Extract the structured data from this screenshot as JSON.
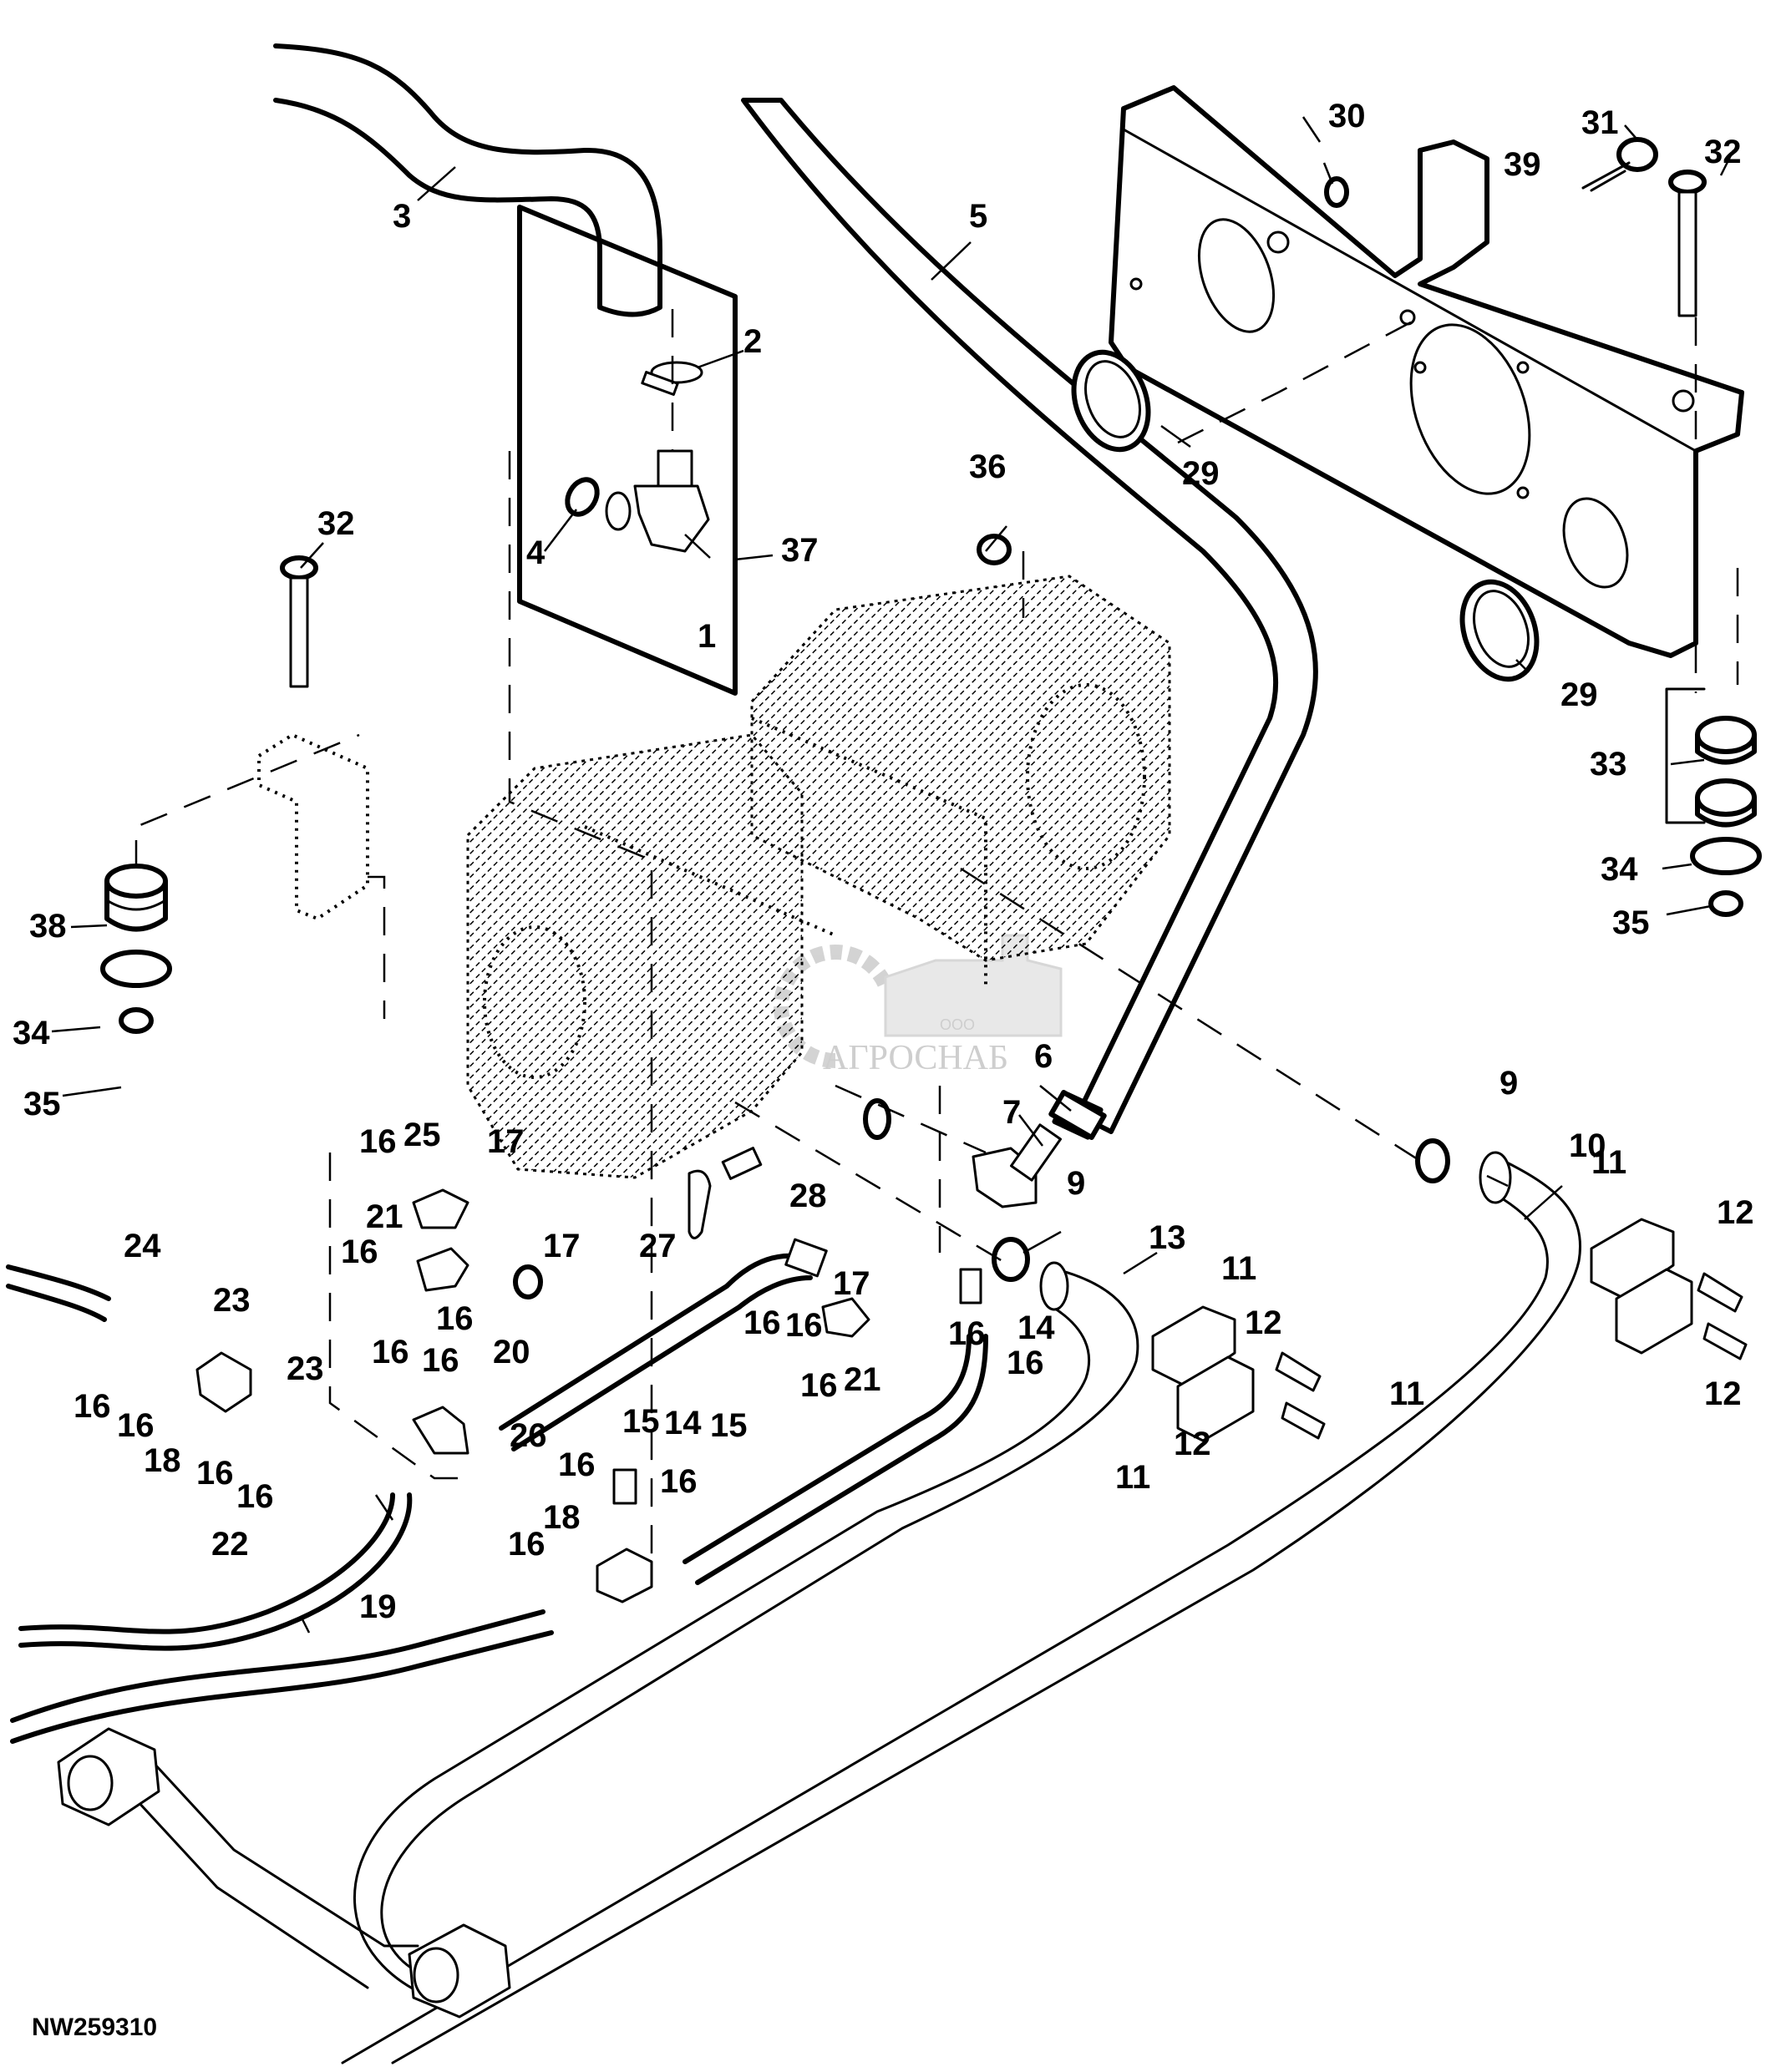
{
  "diagram": {
    "type": "exploded-parts-diagram",
    "figure_id": "NW259310",
    "watermark": {
      "prefix": "ООО",
      "name": "АГРОСНАБ"
    },
    "callouts": {
      "c1": "1",
      "c2": "2",
      "c3": "3",
      "c4": "4",
      "c5": "5",
      "c6": "6",
      "c7": "7",
      "c9a": "9",
      "c9b": "9",
      "c10": "10",
      "c11a": "11",
      "c11b": "11",
      "c11c": "11",
      "c11d": "11",
      "c12a": "12",
      "c12b": "12",
      "c12c": "12",
      "c12d": "12",
      "c13": "13",
      "c14a": "14",
      "c14b": "14",
      "c15a": "15",
      "c15b": "15",
      "c16a": "16",
      "c16b": "16",
      "c16c": "16",
      "c16d": "16",
      "c16e": "16",
      "c16f": "16",
      "c16g": "16",
      "c16h": "16",
      "c16i": "16",
      "c16j": "16",
      "c16k": "16",
      "c16l": "16",
      "c16m": "16",
      "c16n": "16",
      "c16o": "16",
      "c16p": "16",
      "c16q": "16",
      "c17a": "17",
      "c17b": "17",
      "c17c": "17",
      "c18a": "18",
      "c18b": "18",
      "c19": "19",
      "c20": "20",
      "c21a": "21",
      "c21b": "21",
      "c22": "22",
      "c23a": "23",
      "c23b": "23",
      "c24": "24",
      "c25": "25",
      "c26": "26",
      "c27": "27",
      "c28": "28",
      "c29a": "29",
      "c29b": "29",
      "c30": "30",
      "c31": "31",
      "c32a": "32",
      "c32b": "32",
      "c33": "33",
      "c34a": "34",
      "c34b": "34",
      "c35a": "35",
      "c35b": "35",
      "c36": "36",
      "c37": "37",
      "c38": "38",
      "c39": "39"
    }
  }
}
